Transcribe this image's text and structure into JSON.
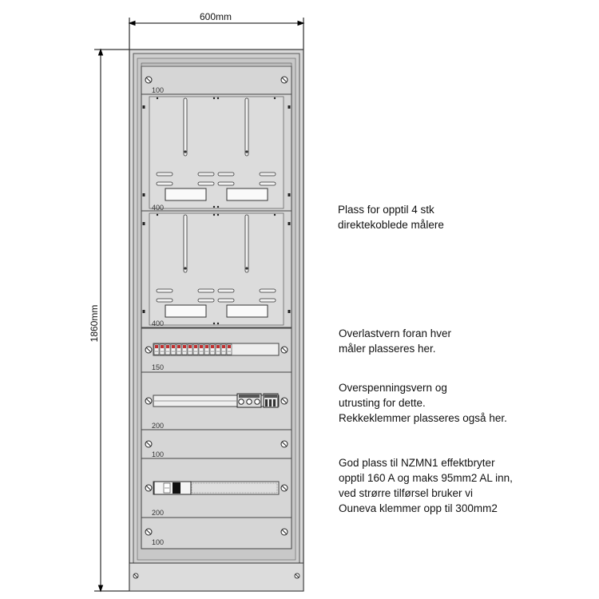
{
  "dimensions": {
    "width": "600mm",
    "height": "1860mm"
  },
  "sections": [
    {
      "id": "s100a",
      "label": "100"
    },
    {
      "id": "s400a",
      "label": "400"
    },
    {
      "id": "s400b",
      "label": "400"
    },
    {
      "id": "s150",
      "label": "150"
    },
    {
      "id": "s200a",
      "label": "200"
    },
    {
      "id": "s100b",
      "label": "100"
    },
    {
      "id": "s200b",
      "label": "200"
    },
    {
      "id": "s100c",
      "label": "100"
    }
  ],
  "notes": {
    "meters": [
      "Plass for opptil 4 stk",
      "direktekoblede målere"
    ],
    "overload": [
      "Overlastvern foran hver",
      "måler plasseres her."
    ],
    "surge": [
      "Overspenningsvern og",
      "utrusting for dette.",
      "Rekkeklemmer plasseres også her."
    ],
    "breaker": [
      "God plass til NZMN1 effektbryter",
      "opptil 160 A og maks 95mm2 AL inn,",
      "ved strørre tilførsel bruker vi",
      "Ouneva klemmer opp til 300mm2"
    ]
  },
  "colors": {
    "cabinet": "#d9d9d9",
    "panel": "#d4d4d4",
    "outline": "#3a3a3a",
    "breaker_red": "#c03030"
  }
}
